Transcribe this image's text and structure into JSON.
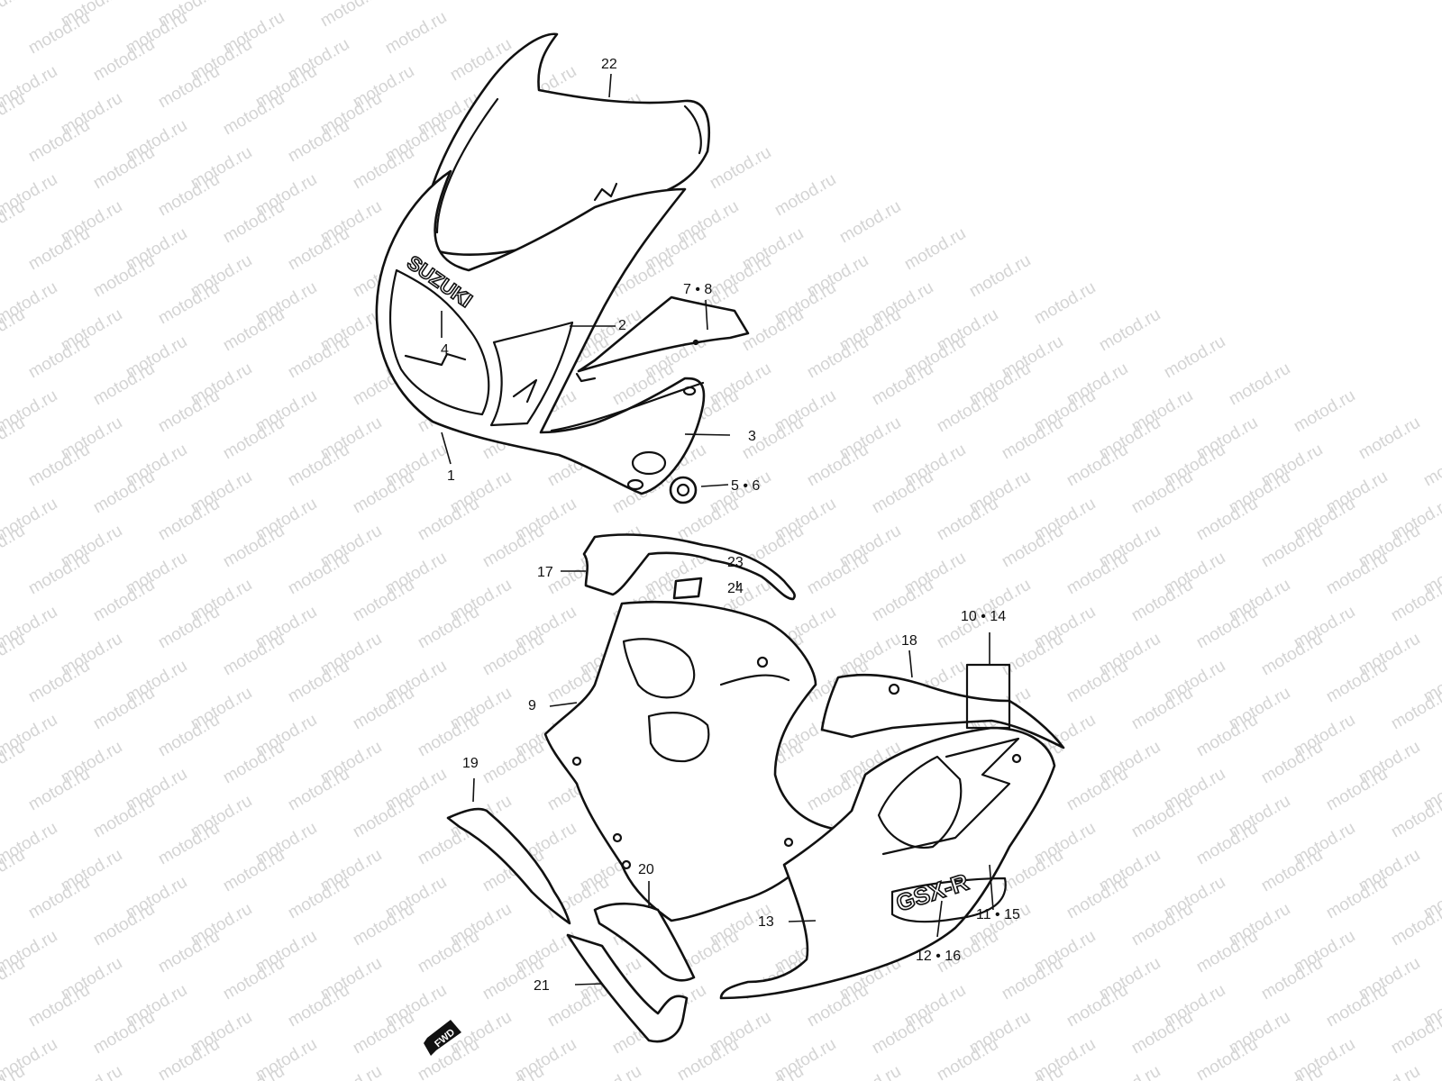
{
  "watermark": {
    "text": "motod.ru",
    "color": "#d4d4d4"
  },
  "logos": {
    "windshield_brand": "SUZUKI",
    "side_model": "GSX-R"
  },
  "fwd_label": "FWD",
  "callouts": {
    "c1": "1",
    "c2": "2",
    "c3": "3",
    "c4": "4",
    "c5_6": "5 • 6",
    "c7_8": "7 • 8",
    "c9": "9",
    "c10_14": "10 • 14",
    "c11_15": "11 • 15",
    "c12_16": "12 • 16",
    "c13": "13",
    "c17": "17",
    "c18": "18",
    "c19": "19",
    "c20": "20",
    "c21": "21",
    "c22": "22",
    "c23": "23",
    "c24": "24"
  }
}
